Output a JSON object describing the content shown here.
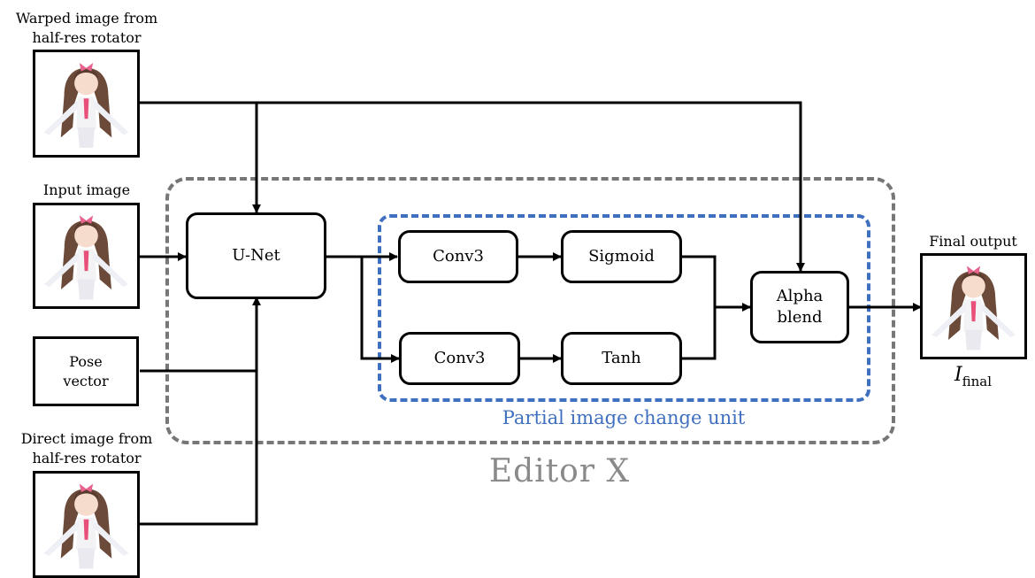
{
  "inputs": {
    "warped": {
      "label_line1": "Warped image from",
      "label_line2": "half-res rotator"
    },
    "input": {
      "label": "Input image"
    },
    "pose": {
      "label_line1": "Pose",
      "label_line2": "vector"
    },
    "direct": {
      "label_line1": "Direct image from",
      "label_line2": "half-res rotator"
    }
  },
  "blocks": {
    "unet": "U-Net",
    "conv3_top": "Conv3",
    "sigmoid": "Sigmoid",
    "conv3_bottom": "Conv3",
    "tanh": "Tanh",
    "alpha_line1": "Alpha",
    "alpha_line2": "blend"
  },
  "groups": {
    "partial_unit": "Partial image change unit",
    "editor": "Editor X"
  },
  "output": {
    "label": "Final output",
    "symbol": "I",
    "subscript": "final"
  },
  "colors": {
    "editor_border": "#777777",
    "partial_border": "#3f6fbf",
    "wire": "#000000"
  }
}
